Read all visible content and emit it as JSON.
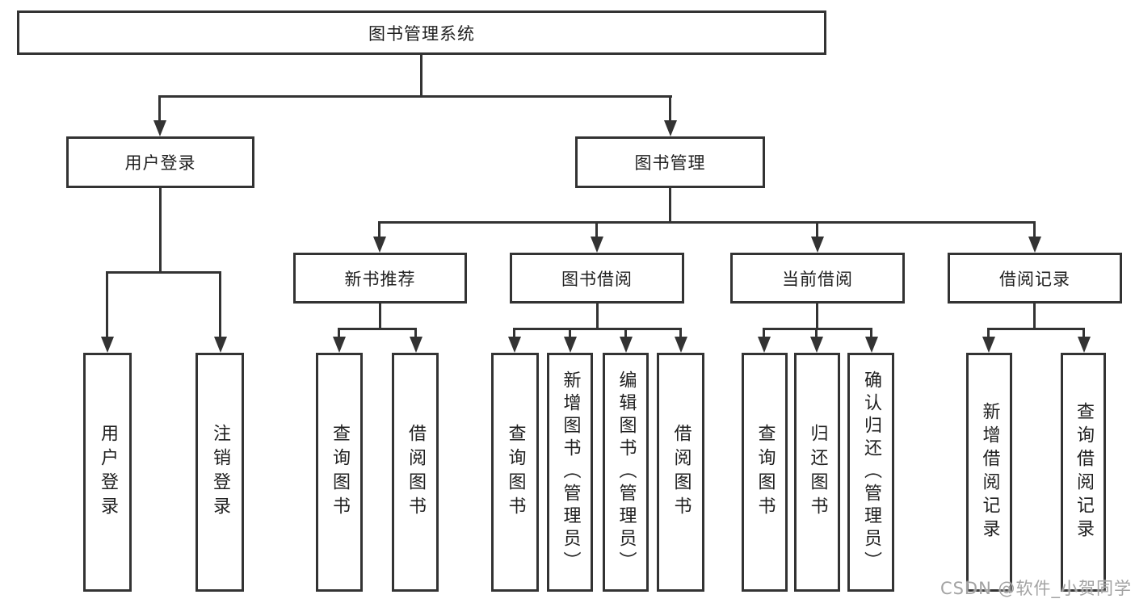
{
  "diagram_title": "图书管理系统",
  "tree": {
    "root": {
      "label": "图书管理系统"
    },
    "branches": [
      {
        "label": "用户登录",
        "children": [
          {
            "label": "用户登录"
          },
          {
            "label": "注销登录"
          }
        ]
      },
      {
        "label": "图书管理",
        "children": [
          {
            "label": "新书推荐",
            "children": [
              {
                "label": "查询图书"
              },
              {
                "label": "借阅图书"
              }
            ]
          },
          {
            "label": "图书借阅",
            "children": [
              {
                "label": "查询图书"
              },
              {
                "label": "新增图书（管理员）"
              },
              {
                "label": "编辑图书（管理员）"
              },
              {
                "label": "借阅图书"
              }
            ]
          },
          {
            "label": "当前借阅",
            "children": [
              {
                "label": "查询图书"
              },
              {
                "label": "归还图书"
              },
              {
                "label": "确认归还（管理员）"
              }
            ]
          },
          {
            "label": "借阅记录",
            "children": [
              {
                "label": "新增借阅记录"
              },
              {
                "label": "查询借阅记录"
              }
            ]
          }
        ]
      }
    ]
  },
  "watermark": {
    "text": "CSDN @软件_小贺同学"
  },
  "colors": {
    "line": "#333333",
    "text": "#1f1f1f",
    "background": "#ffffff",
    "watermark": "#a3a3a3"
  }
}
